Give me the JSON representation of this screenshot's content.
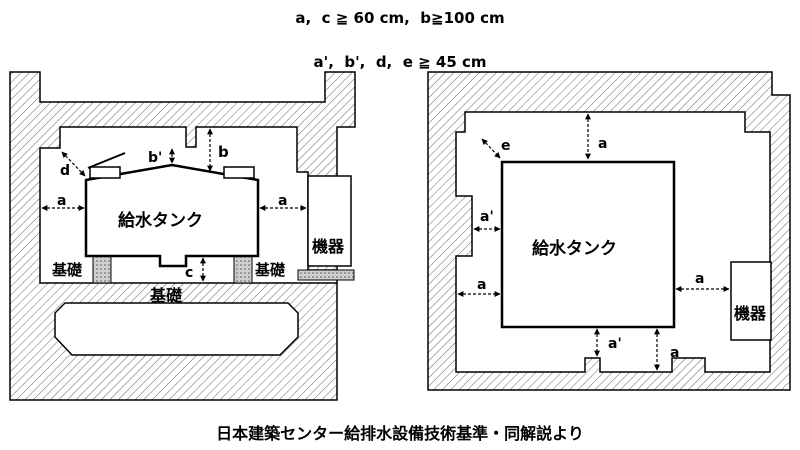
{
  "header": {
    "line1": "a,  c ≧ 60 cm,  b≧100 cm",
    "line2": "a',  b',  d,  e ≧ 45 cm"
  },
  "left_view": {
    "tank_label": "給水タンク",
    "equipment_label": "機器",
    "foundation_left": "基礎",
    "foundation_right": "基礎",
    "foundation_bottom": "基礎",
    "dims": {
      "a_left": "a",
      "a_right": "a",
      "b": "b",
      "b_prime": "b'",
      "c": "c",
      "d": "d"
    }
  },
  "right_view": {
    "tank_label": "給水タンク",
    "equipment_label": "機器",
    "dims": {
      "e": "e",
      "a_top": "a",
      "a_prime_left": "a'",
      "a_left": "a",
      "a_right": "a",
      "a_prime_bottom": "a'",
      "a_bottom": "a"
    }
  },
  "caption": "日本建築センター給排水設備技術基準・同解説より",
  "colors": {
    "hatch_fill": "#ffffff",
    "hatch_line": "#555555",
    "foundation_block": "#c8c8c8",
    "line": "#000000"
  }
}
